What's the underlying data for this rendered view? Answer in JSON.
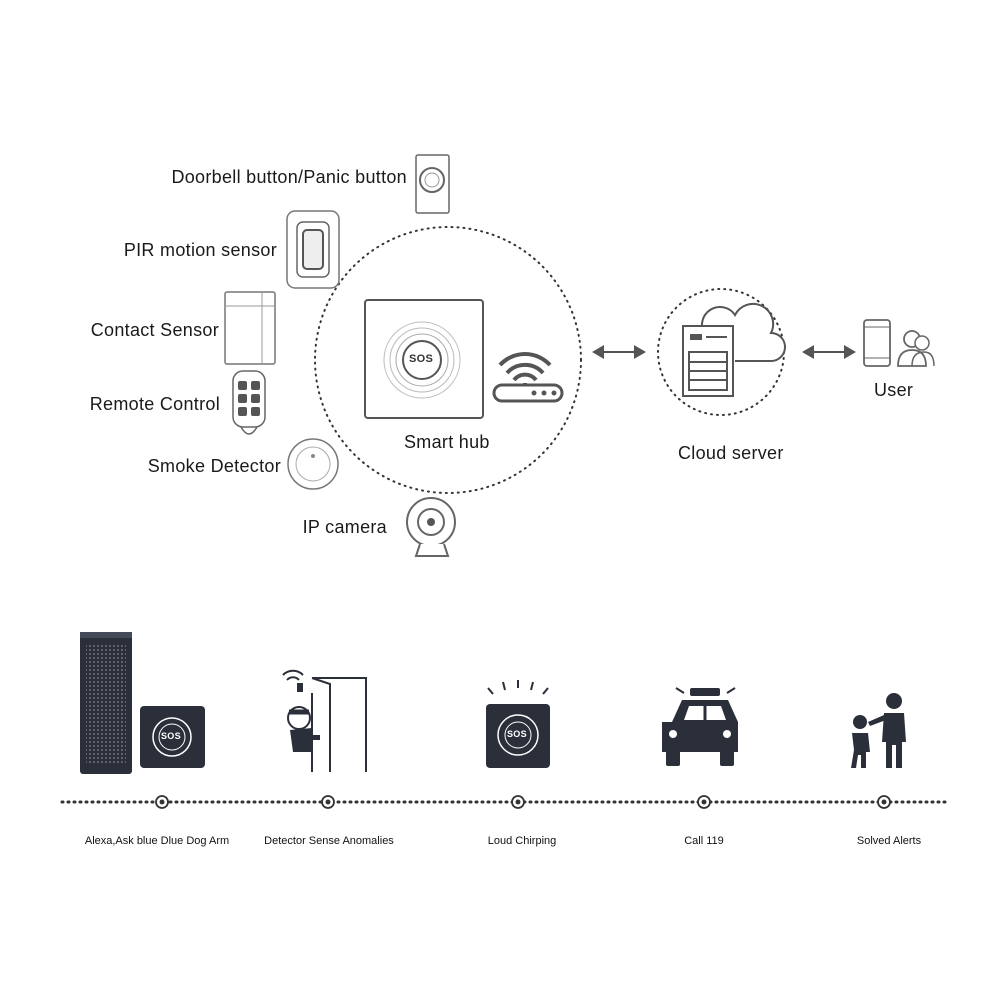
{
  "devices": [
    {
      "label": "Doorbell button/Panic button",
      "icon": "panic-button-icon"
    },
    {
      "label": "PIR motion sensor",
      "icon": "pir-sensor-icon"
    },
    {
      "label": "Contact Sensor",
      "icon": "contact-sensor-icon"
    },
    {
      "label": "Remote Control",
      "icon": "remote-control-icon"
    },
    {
      "label": "Smoke Detector",
      "icon": "smoke-detector-icon"
    },
    {
      "label": "IP camera",
      "icon": "ip-camera-icon"
    }
  ],
  "hub": {
    "label": "Smart hub",
    "button_text": "SOS",
    "icon": "router-wifi-icon"
  },
  "cloud": {
    "label": "Cloud server",
    "icon": "cloud-server-icon"
  },
  "user": {
    "label": "User",
    "icon": "user-phone-icon"
  },
  "timeline": [
    {
      "label": "Alexa,Ask blue Dlue Dog Arm",
      "icon": "alexa-speaker-icon",
      "button_text": "SOS"
    },
    {
      "label": "Detector Sense Anomalies",
      "icon": "intruder-door-icon"
    },
    {
      "label": "Loud Chirping",
      "icon": "chirping-hub-icon",
      "button_text": "SOS"
    },
    {
      "label": "Call 119",
      "icon": "police-car-icon"
    },
    {
      "label": "Solved Alerts",
      "icon": "people-icon"
    }
  ],
  "colors": {
    "icon_stroke": "#555555",
    "dark_icon": "#2b2f3a",
    "arrow": "#555555"
  }
}
